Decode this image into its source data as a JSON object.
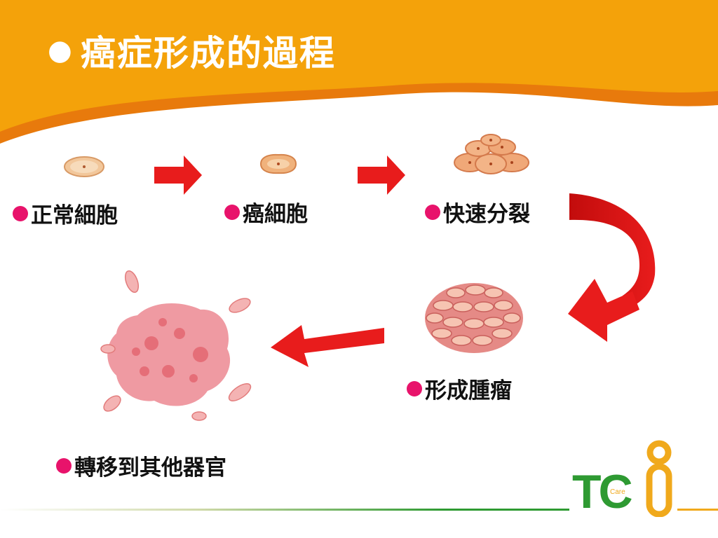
{
  "slide": {
    "title": "癌症形成的過程",
    "colors": {
      "header": "#f4a20a",
      "header_shadow": "#e87a0c",
      "arrow": "#e81c1c",
      "bullet": "#e8136b",
      "logo_green": "#2e9a32",
      "logo_orange": "#f0a91c"
    }
  },
  "stages": [
    {
      "label": "正常細胞"
    },
    {
      "label": "癌細胞"
    },
    {
      "label": "快速分裂"
    },
    {
      "label": "形成腫瘤"
    },
    {
      "label": "轉移到其他器官"
    }
  ],
  "logo": {
    "tc": "TC",
    "care": "Care"
  }
}
